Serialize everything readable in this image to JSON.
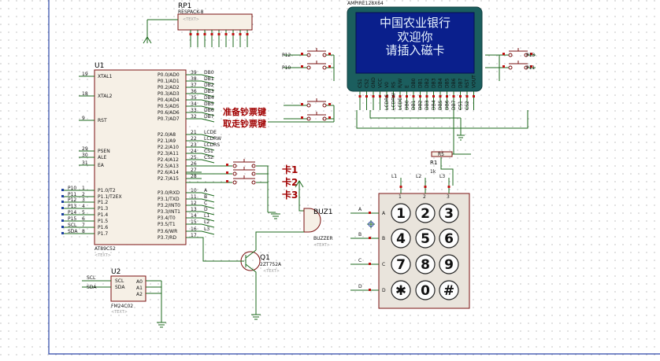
{
  "refs": {
    "rp1": "RP1",
    "rp1_part": "RESPACK-8",
    "u1": "U1",
    "u1_part": "AT89C52",
    "u2": "U2",
    "u2_part": "FM24C02",
    "lcd_part": "AMPIRE128X64",
    "buz": "BUZ1",
    "buz_part": "BUZZER",
    "q1": "Q1",
    "q1_part": "2ZT752A",
    "r1": "R1",
    "r1_val": "1k",
    "r5": "R5",
    "text_placeholder": "<TEXT>"
  },
  "lcd_lines": [
    "中国农业银行",
    "欢迎你",
    "请插入磁卡"
  ],
  "labels": {
    "prepare_key": "准备钞票键",
    "take_key": "取走钞票键",
    "card1": "卡1",
    "card2": "卡2",
    "card3": "卡3"
  },
  "switch_labels": [
    "P12",
    "P10",
    "P13",
    "P11"
  ],
  "u1_left": [
    {
      "num": "19",
      "name": "XTAL1"
    },
    {
      "num": "18",
      "name": "XTAL2"
    },
    {
      "num": "9",
      "name": "RST"
    },
    {
      "num": "29",
      "name": "PSEN"
    },
    {
      "num": "30",
      "name": "ALE"
    },
    {
      "num": "31",
      "name": "EA"
    },
    {
      "num": "1",
      "name": "P1.0/T2",
      "net": "P10"
    },
    {
      "num": "2",
      "name": "P1.1/T2EX",
      "net": "P11"
    },
    {
      "num": "3",
      "name": "P1.2",
      "net": "P12"
    },
    {
      "num": "4",
      "name": "P1.3",
      "net": "P13"
    },
    {
      "num": "5",
      "name": "P1.4",
      "net": "P14"
    },
    {
      "num": "6",
      "name": "P1.5",
      "net": "P15"
    },
    {
      "num": "7",
      "name": "P1.6",
      "net": "SCL"
    },
    {
      "num": "8",
      "name": "P1.7",
      "net": "SDA"
    }
  ],
  "u1_right": [
    {
      "num": "39",
      "name": "P0.0/AD0",
      "net": "DB0"
    },
    {
      "num": "38",
      "name": "P0.1/AD1",
      "net": "DB1"
    },
    {
      "num": "37",
      "name": "P0.2/AD2",
      "net": "DB2"
    },
    {
      "num": "36",
      "name": "P0.3/AD3",
      "net": "DB3"
    },
    {
      "num": "35",
      "name": "P0.4/AD4",
      "net": "DB4"
    },
    {
      "num": "34",
      "name": "P0.5/AD5",
      "net": "DB5"
    },
    {
      "num": "33",
      "name": "P0.6/AD6",
      "net": "DB6"
    },
    {
      "num": "32",
      "name": "P0.7/AD7",
      "net": "DB7"
    },
    {
      "num": "21",
      "name": "P2.0/A8",
      "net": "LCDE"
    },
    {
      "num": "22",
      "name": "P2.1/A9",
      "net": "LCDRW"
    },
    {
      "num": "23",
      "name": "P2.2/A10",
      "net": "LCDRS"
    },
    {
      "num": "24",
      "name": "P2.3/A11",
      "net": "CS1"
    },
    {
      "num": "25",
      "name": "P2.4/A12",
      "net": "CS2"
    },
    {
      "num": "26",
      "name": "P2.5/A13",
      "net": ""
    },
    {
      "num": "27",
      "name": "P2.6/A14",
      "net": ""
    },
    {
      "num": "28",
      "name": "P2.7/A15",
      "net": ""
    },
    {
      "num": "10",
      "name": "P3.0/RXD",
      "net": "A"
    },
    {
      "num": "11",
      "name": "P3.1/TXD",
      "net": "B"
    },
    {
      "num": "12",
      "name": "P3.2/INT0",
      "net": "C"
    },
    {
      "num": "13",
      "name": "P3.3/INT1",
      "net": "D"
    },
    {
      "num": "14",
      "name": "P3.4/T0",
      "net": "L1"
    },
    {
      "num": "15",
      "name": "P3.5/T1",
      "net": "L2"
    },
    {
      "num": "16",
      "name": "P3.6/WR",
      "net": "L3"
    },
    {
      "num": "17",
      "name": "P3.7/RD",
      "net": ""
    }
  ],
  "u2_pins": {
    "scl": "SCL",
    "sda": "SDA",
    "a0": "A0",
    "a1": "A1",
    "a2": "A2",
    "net_scl": "SCL",
    "net_sda": "SDA"
  },
  "lcd_pins": [
    "CS1",
    "CS2",
    "GND",
    "VCC",
    "V0",
    "RS",
    "R/W",
    "E",
    "DB0",
    "DB1",
    "DB2",
    "DB3",
    "DB4",
    "DB5",
    "DB6",
    "DB7",
    "RST",
    "VOUT"
  ],
  "lcd_pin_nets": [
    "LCDRS",
    "LCDRW",
    "LCDE",
    "DB0",
    "DB1",
    "DB2",
    "DB3",
    "DB4",
    "DB5",
    "DB6",
    "DB7",
    "CS1",
    "CS2"
  ],
  "keypad_rows": [
    "A",
    "B",
    "C",
    "D"
  ],
  "keypad_cols": [
    "L1",
    "L2",
    "L3"
  ],
  "keys": [
    [
      "1",
      "2",
      "3"
    ],
    [
      "4",
      "5",
      "6"
    ],
    [
      "7",
      "8",
      "9"
    ],
    [
      "✱",
      "0",
      "#"
    ]
  ]
}
